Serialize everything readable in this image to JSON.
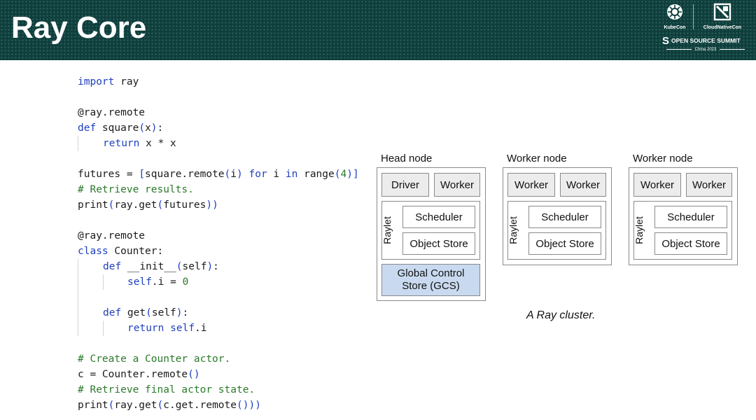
{
  "header": {
    "title": "Ray Core",
    "logos": {
      "kubecon": "KubeCon",
      "cloudnativecon": "CloudNativeCon",
      "oss": "OPEN SOURCE SUMMIT",
      "edition": "China 2023"
    }
  },
  "code": {
    "l1": "import ray",
    "l2": "@ray.remote",
    "l3": "def square(x):",
    "l4": "return x * x",
    "l5": "futures = [square.remote(i) for i in range(4)]",
    "l6": "# Retrieve results.",
    "l7": "print(ray.get(futures))",
    "l8": "@ray.remote",
    "l9": "class Counter:",
    "l10": "def __init__(self):",
    "l11": "self.i = 0",
    "l12": "def get(self):",
    "l13": "return self.i",
    "l14": "# Create a Counter actor.",
    "l15": "c = Counter.remote()",
    "l16": "# Retrieve final actor state.",
    "l17": "print(ray.get(c.get.remote()))"
  },
  "diagram": {
    "head": {
      "label": "Head node",
      "driver": "Driver",
      "worker": "Worker",
      "raylet": "Raylet",
      "scheduler": "Scheduler",
      "object_store": "Object Store",
      "gcs_line1": "Global Control",
      "gcs_line2": "Store (GCS)"
    },
    "worker1": {
      "label": "Worker node",
      "worker_a": "Worker",
      "worker_b": "Worker",
      "raylet": "Raylet",
      "scheduler": "Scheduler",
      "object_store": "Object Store"
    },
    "worker2": {
      "label": "Worker node",
      "worker_a": "Worker",
      "worker_b": "Worker",
      "raylet": "Raylet",
      "scheduler": "Scheduler",
      "object_store": "Object Store"
    },
    "caption": "A Ray cluster."
  }
}
